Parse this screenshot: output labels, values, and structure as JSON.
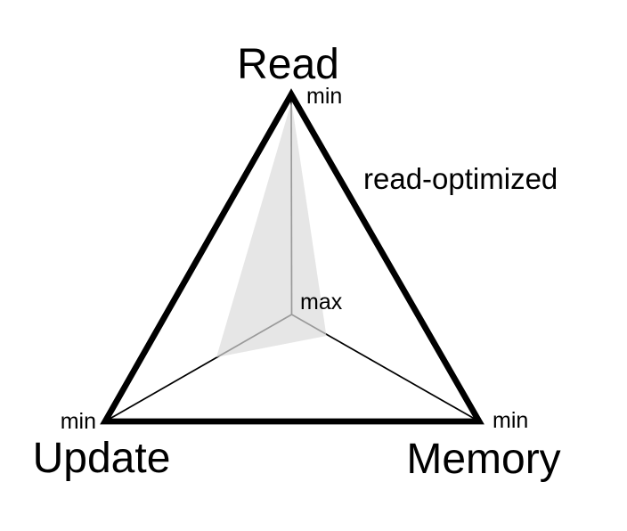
{
  "diagram": {
    "axes": [
      {
        "id": "read",
        "label": "Read",
        "end_label": "min"
      },
      {
        "id": "update",
        "label": "Update",
        "end_label": "min"
      },
      {
        "id": "memory",
        "label": "Memory",
        "end_label": "min"
      }
    ],
    "center_label": "max",
    "annotation": "read-optimized",
    "colors": {
      "outline": "#000000",
      "spoke": "#000000",
      "shape_fill": "#d9d9d9",
      "text": "#000000"
    }
  },
  "chart_data": {
    "type": "radar",
    "title": "",
    "axes": [
      "Read",
      "Update",
      "Memory"
    ],
    "axis_scale": {
      "vertex_end": "min",
      "center": "max"
    },
    "series": [
      {
        "name": "read-optimized",
        "values_fraction_center_to_vertex": {
          "Read": 0.97,
          "Update": 0.4,
          "Memory": 0.19
        }
      }
    ],
    "legend_position": "none",
    "grid": false
  }
}
